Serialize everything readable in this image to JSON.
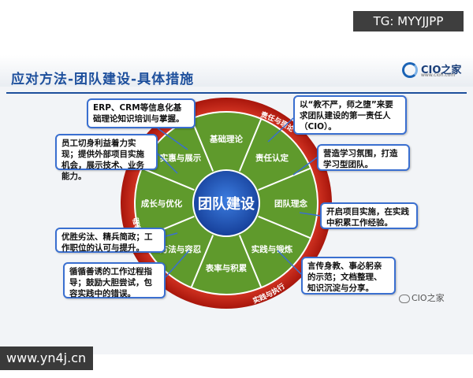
{
  "watermark": "TG: MYYJJPP",
  "title": "应对方法-团队建设-具体措施",
  "logo": {
    "name": "CIO之家",
    "url": "www.cioh.com"
  },
  "center": "团队建设",
  "segments": [
    "基础理论",
    "责任认定",
    "团队理念",
    "实践与锻炼",
    "表率与积累",
    "方法与容忍",
    "成长与优化",
    "实惠与展示"
  ],
  "ring_labels": [
    "责任与理论",
    "实践与执行",
    "发展与激励"
  ],
  "callouts": [
    "ERP、CRM等信息化基础理论知识培训与掌握。",
    "以“教不严，师之堕”来要求团队建设的第一责任人（CIO）。",
    "员工切身利益着力实现；提供外部项目实施机会，展示技术、业务能力。",
    "营造学习氛围，打造学习型团队。",
    "开启项目实施，在实践中积累工作经验。",
    "优胜劣汰、精兵简政；工作职位的认可与提升。",
    "言传身教、事必躬亲的示范；文档整理、知识沉淀与分享。",
    "循循善诱的工作过程指导；鼓励大胆尝试，包容实践中的错误。"
  ],
  "wechat": "CIO之家",
  "website": "www.yn4j.cn",
  "colors": {
    "title": "#1d4f9c",
    "ring": "#d9301e",
    "segment": "#6ea632",
    "center": "#1c4fb0",
    "box_border": "#3a6fd0"
  }
}
